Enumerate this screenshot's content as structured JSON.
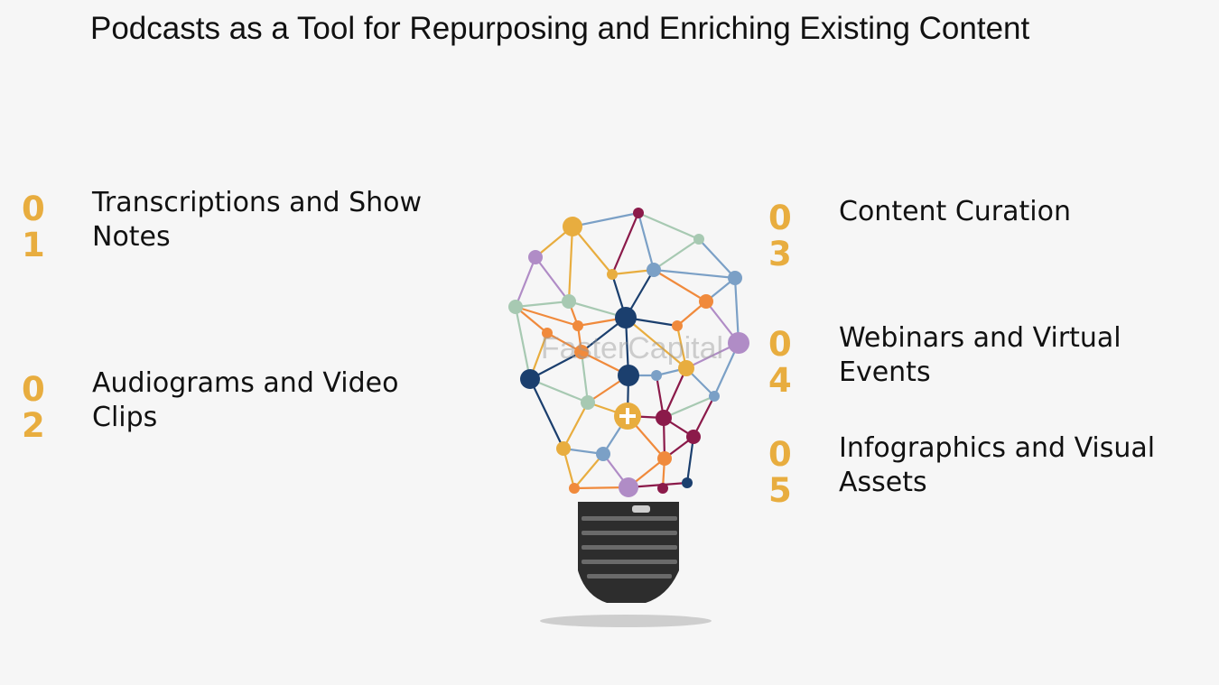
{
  "title": "Podcasts as a Tool for Repurposing and Enriching Existing Content",
  "accent_color": "#e8ad3f",
  "items": [
    {
      "number": "0 1",
      "label": "Transcriptions and Show Notes"
    },
    {
      "number": "0 2",
      "label": "Audiograms and Video Clips"
    },
    {
      "number": "0 3",
      "label": "Content Curation"
    },
    {
      "number": "0 4",
      "label": "Webinars and Virtual Events"
    },
    {
      "number": "0 5",
      "label": "Infographics and Visual Assets"
    }
  ],
  "watermark": "FasterCapital",
  "bulb_icon": "lightbulb-network-icon"
}
